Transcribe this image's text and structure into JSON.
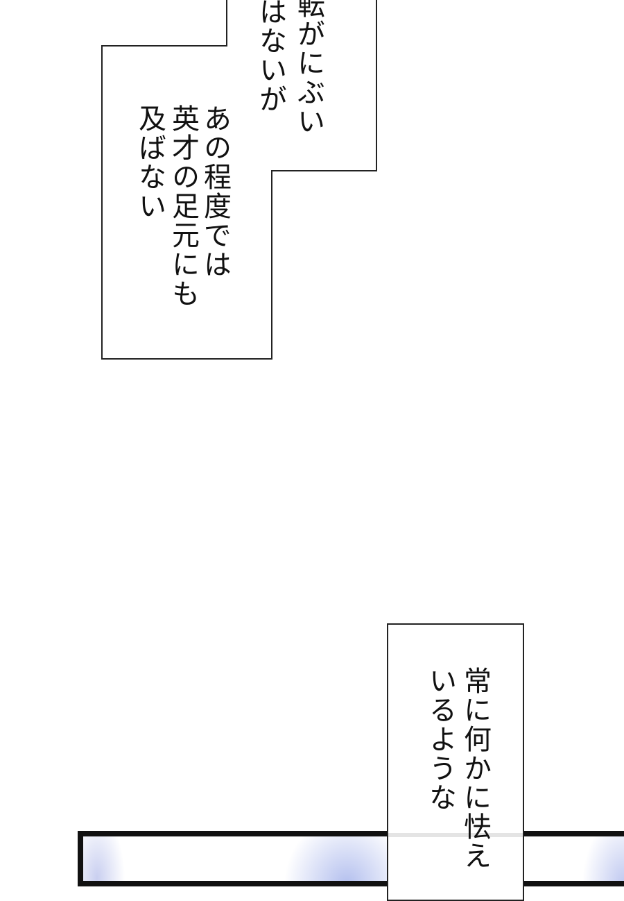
{
  "caption_box_1": {
    "columns": [
      "転がにぶい",
      "はないが"
    ]
  },
  "caption_box_2": {
    "columns": [
      "あの程度では",
      "英才の足元にも",
      "及ばない"
    ]
  },
  "caption_box_3": {
    "columns": [
      "常に何かに怯え",
      "いるような"
    ]
  },
  "colors": {
    "panel_tint": "#b3bfee",
    "border": "#111111"
  }
}
